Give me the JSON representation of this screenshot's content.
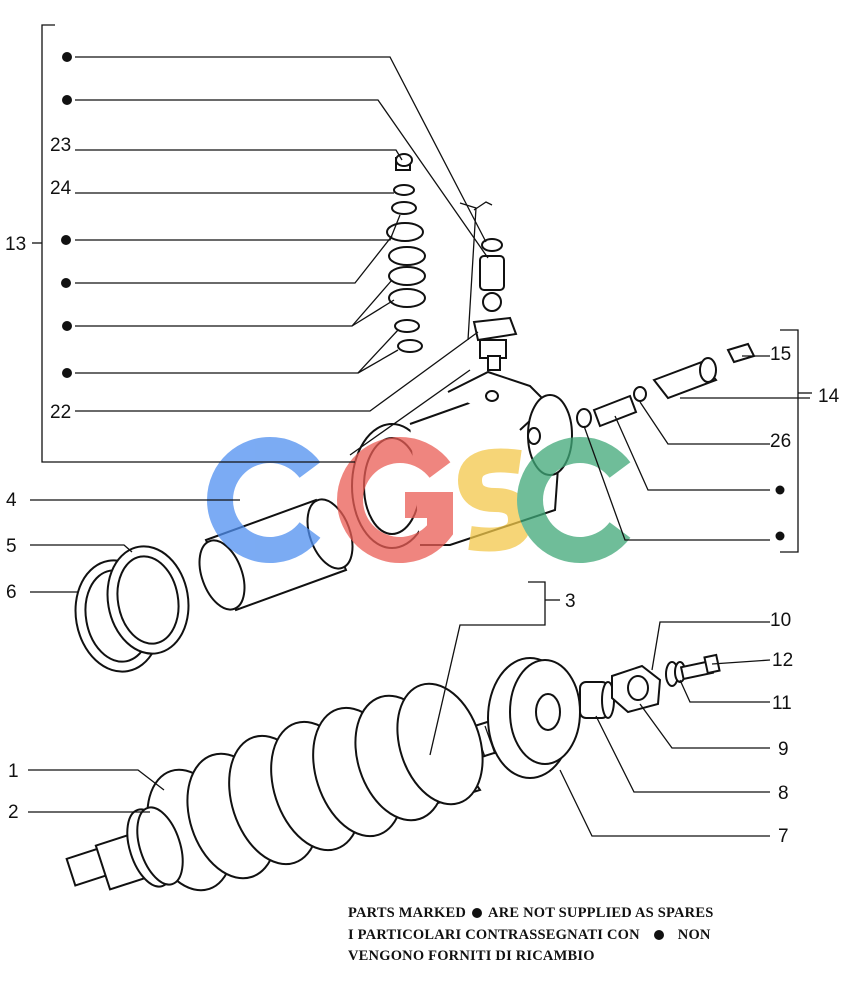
{
  "callouts": {
    "c1": "1",
    "c2": "2",
    "c3": "3",
    "c4": "4",
    "c5": "5",
    "c6": "6",
    "c7": "7",
    "c8": "8",
    "c9": "9",
    "c10": "10",
    "c11": "11",
    "c12": "12",
    "c13": "13",
    "c14": "14",
    "c15": "15",
    "c22": "22",
    "c23": "23",
    "c24": "24",
    "c26": "26"
  },
  "watermark": {
    "text": "CGSC",
    "colors": [
      "#4f8ff0",
      "#ea5d55",
      "#f3c84a",
      "#3fa878"
    ]
  },
  "note": {
    "line1_a": "PARTS MARKED",
    "line1_b": "ARE NOT SUPPLIED AS SPARES",
    "line2_a": "I PARTICOLARI CONTRASSEGNATI CON",
    "line2_b": "NON",
    "line3": "VENGONO FORNITI DI RICAMBIO"
  }
}
